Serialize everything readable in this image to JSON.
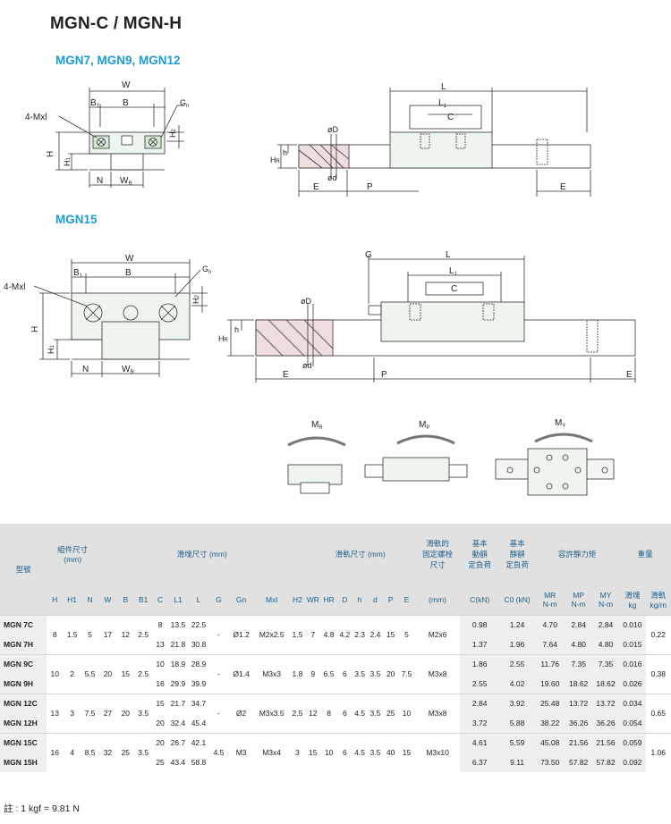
{
  "title": "MGN-C / MGN-H",
  "sections": [
    {
      "label": "MGN7, MGN9, MGN12"
    },
    {
      "label": "MGN15"
    }
  ],
  "diagram_labels": {
    "W": "W",
    "B": "B",
    "B1": "B",
    "B1sub": "1",
    "Gn": "G",
    "Gnsub": "n",
    "Mxl": "4-Mxl",
    "H": "H",
    "H1": "H",
    "H1sub": "1",
    "H2": "H",
    "H2sub": "2",
    "N": "N",
    "WR": "W",
    "WRsub": "R",
    "L": "L",
    "L1": "L",
    "L1sub": "1",
    "C": "C",
    "D": "øD",
    "d": "ød",
    "h": "h",
    "HR": "H",
    "HRsub": "R",
    "E": "E",
    "P": "P",
    "G": "G",
    "MR": "M",
    "MRsub": "R",
    "MP": "M",
    "MPsub": "P",
    "MY": "M",
    "MYsub": "Y"
  },
  "table": {
    "h_model": "型號",
    "h_assembly": "組件尺寸\n(mm)",
    "h_block": "滑塊尺寸 (mm)",
    "h_rail": "滑軌尺寸 (mm)",
    "h_bolt": "滑軌的\n固定螺栓\n尺寸",
    "h_dyn": "基本\n動額\n定負荷",
    "h_stat": "基本\n靜額\n定負荷",
    "h_moment": "容許靜力矩",
    "h_weight": "重量",
    "sub": [
      "H",
      "H1",
      "N",
      "W",
      "B",
      "B1",
      "C",
      "L1",
      "L",
      "G",
      "Gn",
      "Mxl",
      "H2",
      "WR",
      "HR",
      "D",
      "h",
      "d",
      "P",
      "E"
    ],
    "sub_mm": "(mm)",
    "sub_c": "C(kN)",
    "sub_c0": "C0 (kN)",
    "sub_mr": "MR",
    "sub_mp": "MP",
    "sub_my": "MY",
    "unit_nm": "N-m",
    "sub_block": "滑塊",
    "sub_rail": "滑軌",
    "unit_kg": "kg",
    "unit_kgm": "kg/m",
    "groups": [
      {
        "H": "8",
        "H1": "1.5",
        "N": "5",
        "W": "17",
        "B": "12",
        "B1": "2.5",
        "G": "-",
        "Gn": "Ø1.2",
        "Mxl": "M2x2.5",
        "H2": "1.5",
        "WR": "7",
        "HR": "4.8",
        "D": "4.2",
        "h": "2.3",
        "d": "2.4",
        "P": "15",
        "E": "5",
        "bolt": "M2x6",
        "rail_w": "0.22",
        "rows": [
          {
            "model": "MGN 7C",
            "C": "8",
            "L1": "13.5",
            "L": "22.5",
            "Cdyn": "0.98",
            "C0": "1.24",
            "MR": "4.70",
            "MP": "2.84",
            "MY": "2.84",
            "wb": "0.010"
          },
          {
            "model": "MGN 7H",
            "C": "13",
            "L1": "21.8",
            "L": "30.8",
            "Cdyn": "1.37",
            "C0": "1.96",
            "MR": "7.64",
            "MP": "4.80",
            "MY": "4.80",
            "wb": "0.015"
          }
        ]
      },
      {
        "H": "10",
        "H1": "2",
        "N": "5.5",
        "W": "20",
        "B": "15",
        "B1": "2.5",
        "G": "-",
        "Gn": "Ø1.4",
        "Mxl": "M3x3",
        "H2": "1.8",
        "WR": "9",
        "HR": "6.5",
        "D": "6",
        "h": "3.5",
        "d": "3.5",
        "P": "20",
        "E": "7.5",
        "bolt": "M3x8",
        "rail_w": "0.38",
        "rows": [
          {
            "model": "MGN 9C",
            "C": "10",
            "L1": "18.9",
            "L": "28.9",
            "Cdyn": "1.86",
            "C0": "2.55",
            "MR": "11.76",
            "MP": "7.35",
            "MY": "7.35",
            "wb": "0.016"
          },
          {
            "model": "MGN 9H",
            "C": "16",
            "L1": "29.9",
            "L": "39.9",
            "Cdyn": "2.55",
            "C0": "4.02",
            "MR": "19.60",
            "MP": "18.62",
            "MY": "18.62",
            "wb": "0.026"
          }
        ]
      },
      {
        "H": "13",
        "H1": "3",
        "N": "7.5",
        "W": "27",
        "B": "20",
        "B1": "3.5",
        "G": "-",
        "Gn": "Ø2",
        "Mxl": "M3x3.5",
        "H2": "2.5",
        "WR": "12",
        "HR": "8",
        "D": "6",
        "h": "4.5",
        "d": "3.5",
        "P": "25",
        "E": "10",
        "bolt": "M3x8",
        "rail_w": "0.65",
        "rows": [
          {
            "model": "MGN 12C",
            "C": "15",
            "L1": "21.7",
            "L": "34.7",
            "Cdyn": "2.84",
            "C0": "3.92",
            "MR": "25.48",
            "MP": "13.72",
            "MY": "13.72",
            "wb": "0.034"
          },
          {
            "model": "MGN 12H",
            "C": "20",
            "L1": "32.4",
            "L": "45.4",
            "Cdyn": "3.72",
            "C0": "5.88",
            "MR": "38.22",
            "MP": "36.26",
            "MY": "36.26",
            "wb": "0.054"
          }
        ]
      },
      {
        "H": "16",
        "H1": "4",
        "N": "8.5",
        "W": "32",
        "B": "25",
        "B1": "3.5",
        "G": "4.5",
        "Gn": "M3",
        "Mxl": "M3x4",
        "H2": "3",
        "WR": "15",
        "HR": "10",
        "D": "6",
        "h": "4.5",
        "d": "3.5",
        "P": "40",
        "E": "15",
        "bolt": "M3x10",
        "rail_w": "1.06",
        "rows": [
          {
            "model": "MGN 15C",
            "C": "20",
            "L1": "26.7",
            "L": "42.1",
            "Cdyn": "4.61",
            "C0": "5.59",
            "MR": "45.08",
            "MP": "21.56",
            "MY": "21.56",
            "wb": "0.059"
          },
          {
            "model": "MGN 15H",
            "C": "25",
            "L1": "43.4",
            "L": "58.8",
            "Cdyn": "6.37",
            "C0": "9.11",
            "MR": "73.50",
            "MP": "57.82",
            "MY": "57.82",
            "wb": "0.092"
          }
        ]
      }
    ]
  },
  "footnote": "註 : 1 kgf = 9.81 N"
}
